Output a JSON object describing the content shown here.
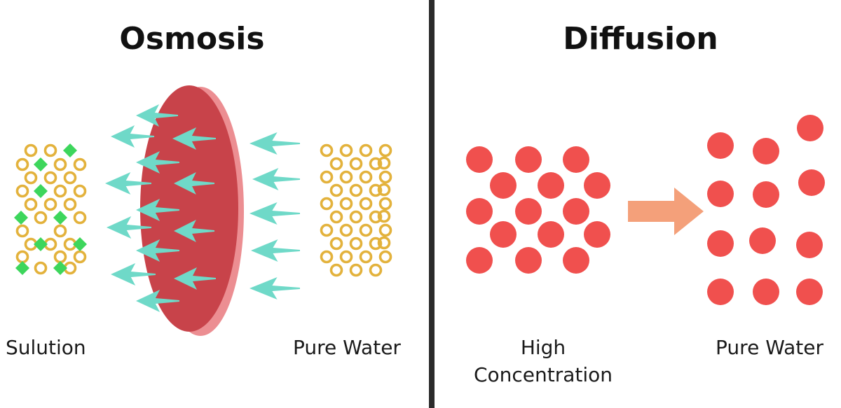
{
  "osmosis": {
    "title": "Osmosis",
    "solution_label": "Sulution",
    "water_label": "Pure Water"
  },
  "diffusion": {
    "title": "Diffusion",
    "high_label_line1": "High",
    "high_label_line2": "Concentration",
    "water_label": "Pure Water"
  },
  "colors": {
    "membrane_face": "#c8434a",
    "membrane_rim": "#ec8e92",
    "water_arrow": "#6fd9c8",
    "water_molecule": "#e3b23c",
    "solute": "#3dd65c",
    "particle": "#f0504e",
    "diffusion_arrow": "#f4a07a",
    "divider": "#2b2b2b"
  }
}
